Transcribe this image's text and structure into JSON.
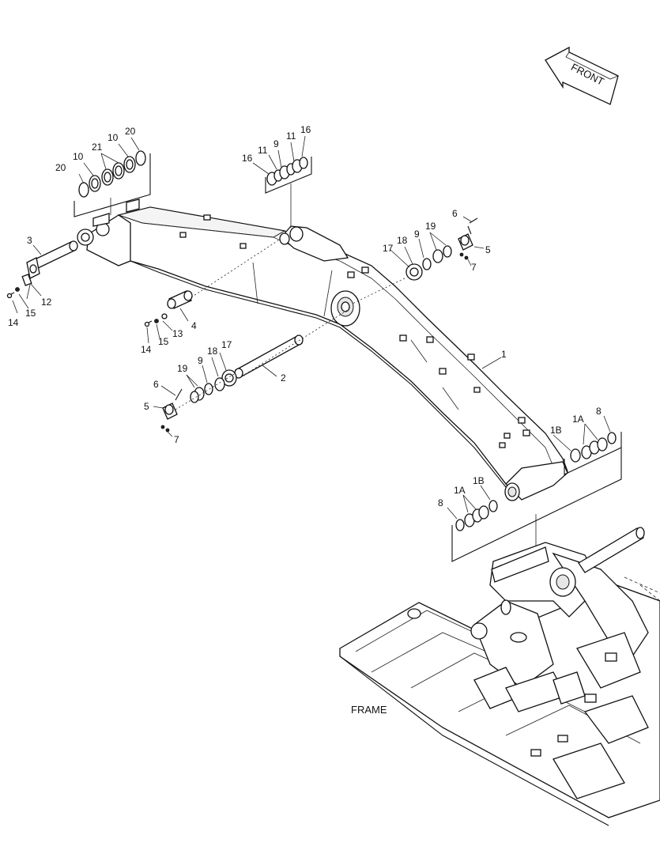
{
  "front_arrow_label": "FRONT",
  "frame_label": "FRAME",
  "callouts": {
    "c1": "1",
    "c1a_right": "1A",
    "c1b_right": "1B",
    "c8_right": "8",
    "c1a_left": "1A",
    "c1b_left": "1B",
    "c8_left": "8",
    "c2": "2",
    "c3": "3",
    "c4": "4",
    "c5_left": "5",
    "c6_left": "6",
    "c7_left": "7",
    "c9_left": "9",
    "c17_left": "17",
    "c18_left": "18",
    "c19_left": "19",
    "c5_right": "5",
    "c6_right": "6",
    "c7_right": "7",
    "c9_right": "9",
    "c17_right": "17",
    "c18_right": "18",
    "c19_right": "19",
    "c10_a": "10",
    "c10_b": "10",
    "c20_a": "20",
    "c20_b": "20",
    "c21": "21",
    "c9_top": "9",
    "c11_a": "11",
    "c11_b": "11",
    "c16_a": "16",
    "c16_b": "16",
    "c12": "12",
    "c13": "13",
    "c14_a": "14",
    "c14_b": "14",
    "c15_a": "15",
    "c15_b": "15"
  },
  "colors": {
    "line": "#111111",
    "background": "#ffffff",
    "shade": "#e6e6e6"
  }
}
